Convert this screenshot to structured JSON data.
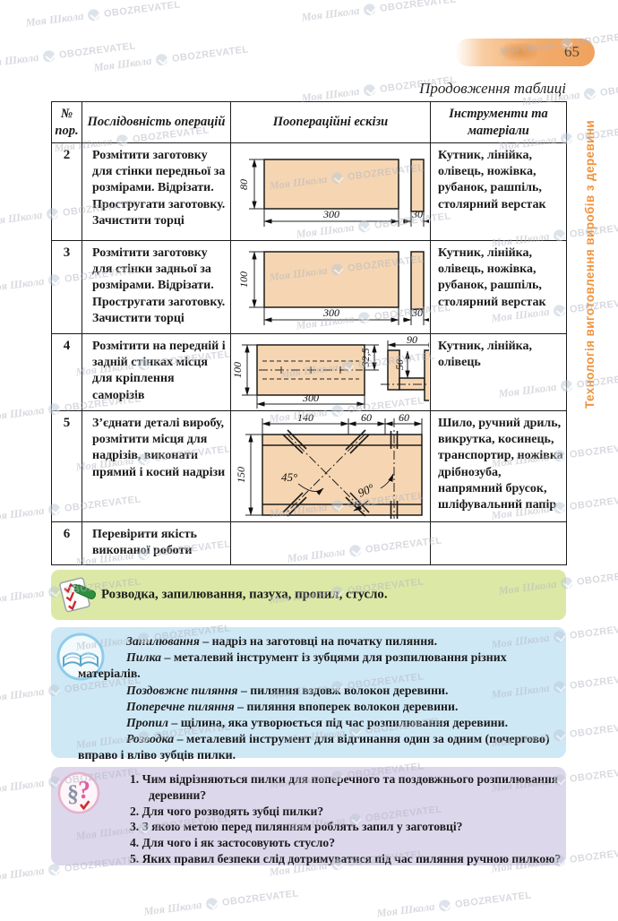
{
  "page": {
    "number": "65",
    "continuation_label": "Продовження таблиці",
    "sidebar_title": "Технологія виготовлення виробів з деревини",
    "watermark": {
      "school": "Моя Школа",
      "brand": "OBOZREVATEL"
    }
  },
  "colors": {
    "accent_orange": "#f0923b",
    "vocab_green": "#dce9a6",
    "definitions_blue": "#cfe8f6",
    "questions_purple": "#ddd7ec",
    "sketch_wood_fill": "#f6d6b2"
  },
  "icons": {
    "section": "§",
    "question": "?",
    "check": "✓"
  },
  "table": {
    "headers": [
      "№ пор.",
      "Послідовність операцій",
      "Поопераційні ескізи",
      "Інструменти та матеріали"
    ],
    "rows": [
      {
        "num": "2",
        "operation": "Розмітити заготовку для стінки передньої за розмірами. Відрізати. Простругати заготовку. Зачистити торці",
        "tools": "Кутник, лінійка, олівець, ножівка, рубанок, рашпіль, столярний верстак",
        "sketch": {
          "height": "80",
          "width": "300",
          "side": "30"
        }
      },
      {
        "num": "3",
        "operation": "Розмітити заготовку для стінки задньої за розмірами. Відрізати. Простругати заготовку. Зачистити торці",
        "tools": "Кутник, лінійка, олівець, ножівка, рубанок, рашпіль, столярний верстак",
        "sketch": {
          "height": "100",
          "width": "300",
          "side": "30"
        }
      },
      {
        "num": "4",
        "operation": "Розмітити на передній і задній стінках місця для кріплення саморізів",
        "tools": "Кутник, лінійка, олівець",
        "sketch": {
          "height": "100",
          "width": "300",
          "offset": "32,5",
          "bracket_width": "90",
          "bracket_inner": "50"
        }
      },
      {
        "num": "5",
        "operation": "З’єднати деталі виробу, розмітити місця для надрізів, виконати прямий і косий надрізи",
        "tools": "Шило, ручний дриль, викрутка, косинець, транспортир, ножівка дрібнозуба, напрямний брусок, шліфувальний папір",
        "sketch": {
          "seg1": "140",
          "seg2": "60",
          "seg3": "60",
          "height": "150",
          "angle1": "45°",
          "angle2": "90°"
        }
      },
      {
        "num": "6",
        "operation": "Перевірити якість виконаної роботи",
        "tools": ""
      }
    ]
  },
  "vocab": {
    "text": "Розводка, запилювання, пазуха, пропил, стусло."
  },
  "defs": {
    "items": [
      {
        "term": "Запилювання",
        "rest": " – надріз на заготовці на початку пиляння."
      },
      {
        "term": "Пилка",
        "rest": " – металевий інструмент із зубцями для розпилювання різних матеріалів."
      },
      {
        "term": "Поздовжнє пиляння",
        "rest": " – пиляння вздовж волокон деревини."
      },
      {
        "term": "Поперечне пиляння",
        "rest": " – пиляння впоперек волокон деревини."
      },
      {
        "term": "Пропил",
        "rest": " – щілина, яка утворюється під час розпилювання деревини."
      },
      {
        "term": "Розводка",
        "rest": " – металевий інструмент для відгинання один за одним (почергово) вправо і вліво зубців пилки."
      }
    ]
  },
  "questions": {
    "items": [
      {
        "num": "1.",
        "text": "Чим відрізняються пилки для поперечного та поздовжнього розпилювання деревини?"
      },
      {
        "num": "2.",
        "text": "Для чого розводять зубці пилки?"
      },
      {
        "num": "3.",
        "text": "З якою метою перед пилянням роблять запил у заготовці?"
      },
      {
        "num": "4.",
        "text": "Для чого і як застосовують стусло?"
      },
      {
        "num": "5.",
        "text": "Яких правил безпеки слід дотримуватися під час пиляння ручною пилкою?"
      }
    ]
  }
}
